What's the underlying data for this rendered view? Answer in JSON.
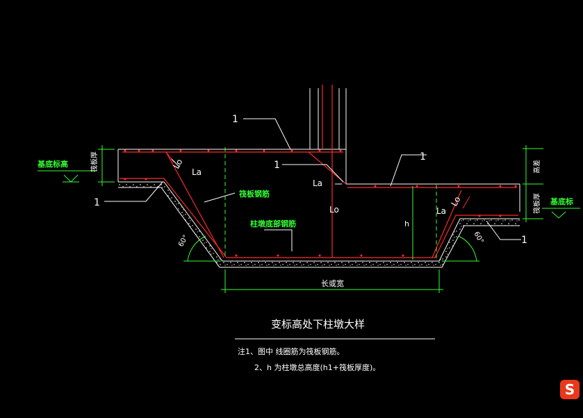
{
  "drawing": {
    "title": "变标高处下柱墩大样",
    "callout_number": "1",
    "left_note": "基底标高",
    "right_note": "基底标",
    "thickness_left": "筏板厚",
    "thickness_right": "筏板厚",
    "height_label": "高差",
    "raft_rebar_label": "筏板钢筋",
    "pier_rebar_label": "柱墩底部钢筋",
    "la": "La",
    "lo": "Lo",
    "h": "h",
    "dimension_bottom": "长或宽",
    "angle_left": "60°",
    "angle_right": "60°",
    "note_line1": "注1、图中      线圈筋为筏板钢筋。",
    "note_line2": "2、h 为柱墩总高度(h1+筏板厚度)。"
  },
  "colors": {
    "background": "#000000",
    "outline": "#ffffff",
    "dimension": "#33ff33",
    "rebar": "#ff2a2a",
    "note_green": "#33ff33",
    "logo": "#e8391c"
  },
  "logo": {
    "glyph": "S"
  }
}
